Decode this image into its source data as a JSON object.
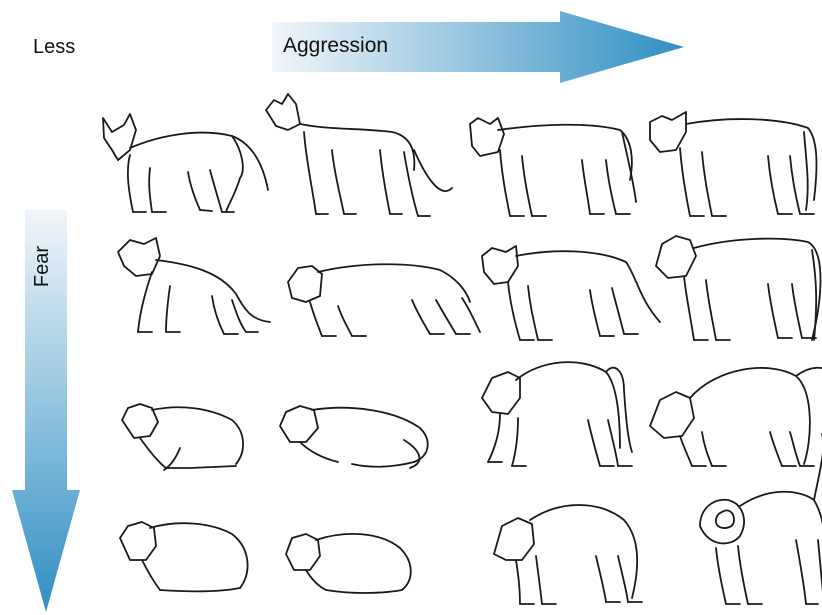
{
  "labels": {
    "less": "Less",
    "aggression": "Aggression",
    "fear": "Fear"
  },
  "colors": {
    "arrow_light": "#f2f6fa",
    "arrow_dark": "#2f8fc2",
    "line": "#1a1a1a"
  },
  "grid": {
    "rows": 4,
    "cols": 4,
    "cells": [
      {
        "row": 1,
        "col": 1,
        "icon": "cat-neutral-standing-icon"
      },
      {
        "row": 1,
        "col": 2,
        "icon": "cat-alert-standing-icon"
      },
      {
        "row": 1,
        "col": 3,
        "icon": "cat-stiff-standing-icon"
      },
      {
        "row": 1,
        "col": 4,
        "icon": "cat-aggressive-standing-icon"
      },
      {
        "row": 2,
        "col": 1,
        "icon": "cat-uneasy-crouch-icon"
      },
      {
        "row": 2,
        "col": 2,
        "icon": "cat-stalking-low-icon"
      },
      {
        "row": 2,
        "col": 3,
        "icon": "cat-tense-stance-icon"
      },
      {
        "row": 2,
        "col": 4,
        "icon": "cat-threat-stance-icon"
      },
      {
        "row": 3,
        "col": 1,
        "icon": "cat-crouched-icon"
      },
      {
        "row": 3,
        "col": 2,
        "icon": "cat-low-crouch-icon"
      },
      {
        "row": 3,
        "col": 3,
        "icon": "cat-arched-back-icon"
      },
      {
        "row": 3,
        "col": 4,
        "icon": "cat-arched-threat-icon"
      },
      {
        "row": 4,
        "col": 1,
        "icon": "cat-cowering-icon"
      },
      {
        "row": 4,
        "col": 2,
        "icon": "cat-fearful-crouch-icon"
      },
      {
        "row": 4,
        "col": 3,
        "icon": "cat-defensive-arch-icon"
      },
      {
        "row": 4,
        "col": 4,
        "icon": "cat-full-defensive-arch-icon"
      }
    ]
  }
}
